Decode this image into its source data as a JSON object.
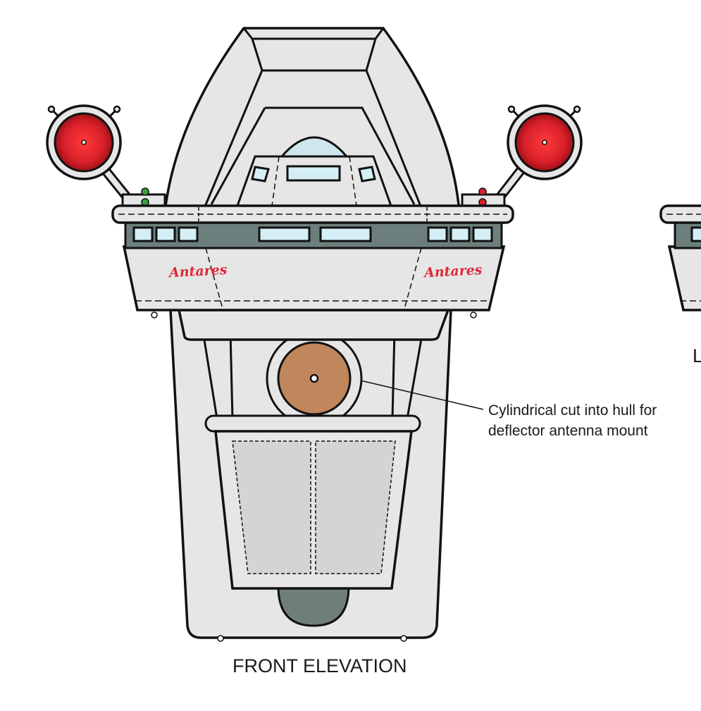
{
  "diagram": {
    "caption": "FRONT ELEVATION",
    "callout": {
      "line1": "Cylindrical cut into hull for",
      "line2": "deflector antenna mount"
    },
    "hull_markings": {
      "left": "Antares",
      "right": "Antares"
    },
    "side_view_caption_fragment": "L"
  },
  "colors": {
    "hull": "#e6e6e6",
    "hull_shade": "#d4d4d4",
    "outline": "#111111",
    "window_band": "#6d7f7c",
    "window": "#d4eef6",
    "dome": "#cfe6ef",
    "deflector": "#c0865c",
    "beacon_red": "#d8202a",
    "nav_green": "#3aa13a",
    "nav_red": "#d8202a",
    "marking_red": "#e0283a",
    "lower_dome": "#6e7e7b"
  }
}
